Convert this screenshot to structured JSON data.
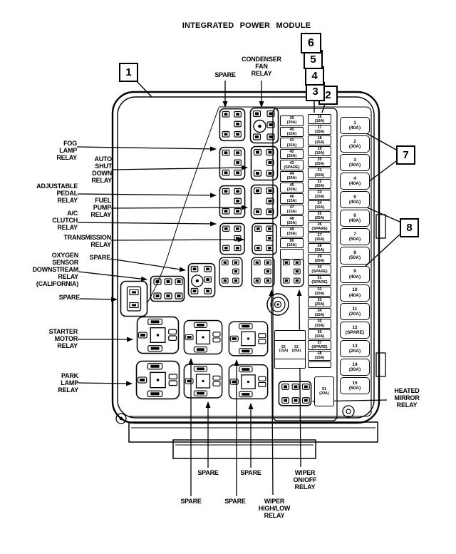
{
  "title": "INTEGRATED POWER MODULE",
  "callouts": {
    "c1": "1",
    "c2": "2",
    "c3": "3",
    "c4": "4",
    "c5": "5",
    "c6": "6",
    "c7": "7",
    "c8": "8"
  },
  "left_labels": [
    {
      "id": "fog-lamp-relay",
      "text": "FOG\nLAMP\nRELAY"
    },
    {
      "id": "auto-shut-down-relay",
      "text": "AUTO\nSHUT\nDOWN\nRELAY"
    },
    {
      "id": "adjustable-pedal-relay",
      "text": "ADJUSTABLE\nPEDAL\nRELAY"
    },
    {
      "id": "fuel-pump-relay",
      "text": "FUEL\nPUMP\nRELAY"
    },
    {
      "id": "ac-clutch-relay",
      "text": "A/C\nCLUTCH\nRELAY"
    },
    {
      "id": "transmission-relay",
      "text": "TRANSMISSION\nRELAY"
    },
    {
      "id": "spare-upper",
      "text": "SPARE"
    },
    {
      "id": "oxygen-sensor-downstream-relay",
      "text": "OXYGEN\nSENSOR\nDOWNSTREAM\nRELAY\n(CALIFORNIA)"
    },
    {
      "id": "spare-lower",
      "text": "SPARE"
    },
    {
      "id": "starter-motor-relay",
      "text": "STARTER\nMOTOR\nRELAY"
    },
    {
      "id": "park-lamp-relay",
      "text": "PARK\nLAMP\nRELAY"
    }
  ],
  "top_labels": [
    {
      "id": "spare-top",
      "text": "SPARE"
    },
    {
      "id": "condenser-fan-relay",
      "text": "CONDENSER\nFAN\nRELAY"
    }
  ],
  "bottom_labels": [
    {
      "id": "spare-a1",
      "text": "SPARE"
    },
    {
      "id": "spare-a2",
      "text": "SPARE"
    },
    {
      "id": "wiper-on-off-relay",
      "text": "WIPER\nON/OFF\nRELAY"
    },
    {
      "id": "spare-b1",
      "text": "SPARE"
    },
    {
      "id": "spare-b2",
      "text": "SPARE"
    },
    {
      "id": "wiper-high-low-relay",
      "text": "WIPER\nHIGH/LOW\nRELAY"
    }
  ],
  "right_labels": [
    {
      "id": "heated-mirror-relay",
      "text": "HEATED\nMIRROR\nRELAY"
    }
  ],
  "fuses": {
    "col1": [
      {
        "n": "39",
        "a": "(20A)"
      },
      {
        "n": "40",
        "a": "(15A)"
      },
      {
        "n": "41",
        "a": "(15A)"
      },
      {
        "n": "42",
        "a": "(20A)"
      },
      {
        "n": "43",
        "a": "(SPARE)"
      },
      {
        "n": "44",
        "a": "(20A)"
      },
      {
        "n": "45",
        "a": "(20A)"
      },
      {
        "n": "46",
        "a": "(15A)"
      },
      {
        "n": "47",
        "a": "(15A)"
      },
      {
        "n": "48",
        "a": "(20A)"
      },
      {
        "n": "49",
        "a": "(20A)"
      },
      {
        "n": "50",
        "a": "(10A)"
      },
      {
        "n": "",
        "a": ""
      }
    ],
    "col2": [
      {
        "n": "16",
        "a": "(10A)"
      },
      {
        "n": "17",
        "a": "(15A)"
      },
      {
        "n": "18",
        "a": "(15A)"
      },
      {
        "n": "19",
        "a": "(10A)"
      },
      {
        "n": "20",
        "a": "(25A)"
      },
      {
        "n": "21",
        "a": "(20A)"
      },
      {
        "n": "22",
        "a": "(20A)"
      },
      {
        "n": "23",
        "a": "(15A)"
      },
      {
        "n": "24",
        "a": "(15A)"
      },
      {
        "n": "25",
        "a": "(25A)"
      },
      {
        "n": "26",
        "a": "(SPARE)"
      },
      {
        "n": "27",
        "a": "(15A)"
      },
      {
        "n": "28",
        "a": "(10A)"
      },
      {
        "n": "29",
        "a": "(20A)"
      },
      {
        "n": "30",
        "a": "(SPARE)"
      },
      {
        "n": "31",
        "a": "(SPARE)"
      },
      {
        "n": "32",
        "a": "(10A)"
      },
      {
        "n": "33",
        "a": "(20A)"
      },
      {
        "n": "34",
        "a": "(10A)"
      },
      {
        "n": "35",
        "a": "(10A)"
      },
      {
        "n": "36",
        "a": "(10A)"
      },
      {
        "n": "37",
        "a": "(SPARE)"
      },
      {
        "n": "38",
        "a": "(15A)"
      },
      {
        "n": "",
        "a": ""
      }
    ],
    "col3": [
      {
        "n": "1",
        "a": "(40A)"
      },
      {
        "n": "2",
        "a": "(30A)"
      },
      {
        "n": "3",
        "a": "(30A)"
      },
      {
        "n": "4",
        "a": "(40A)"
      },
      {
        "n": "5",
        "a": "(40A)"
      },
      {
        "n": "6",
        "a": "(40A)"
      },
      {
        "n": "7",
        "a": "(50A)"
      },
      {
        "n": "8",
        "a": "(50A)"
      },
      {
        "n": "9",
        "a": "(40A)"
      },
      {
        "n": "10",
        "a": "(40A)"
      },
      {
        "n": "11",
        "a": "(20A)"
      },
      {
        "n": "12",
        "a": "(SPARE)"
      },
      {
        "n": "13",
        "a": "(20A)"
      },
      {
        "n": "14",
        "a": "(30A)"
      },
      {
        "n": "15",
        "a": "(50A)"
      }
    ],
    "f51": {
      "n": "51",
      "a": "(20A)"
    },
    "f52": {
      "n": "52",
      "a": "(20A)"
    },
    "f53": {
      "n": "53",
      "a": "(15A)"
    }
  }
}
